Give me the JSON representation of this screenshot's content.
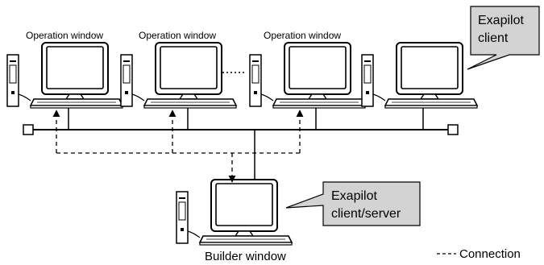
{
  "labels": {
    "operation_window_1": "Operation window",
    "operation_window_2": "Operation window",
    "operation_window_3": "Operation window",
    "builder_window": "Builder window",
    "connection_legend": "Connection"
  },
  "callouts": {
    "exapilot_client": [
      "Exapilot",
      "client"
    ],
    "exapilot_client_server": [
      "Exapilot",
      "client/server"
    ]
  },
  "colors": {
    "callout_fill": "#d3d3d3",
    "line": "#000000"
  }
}
